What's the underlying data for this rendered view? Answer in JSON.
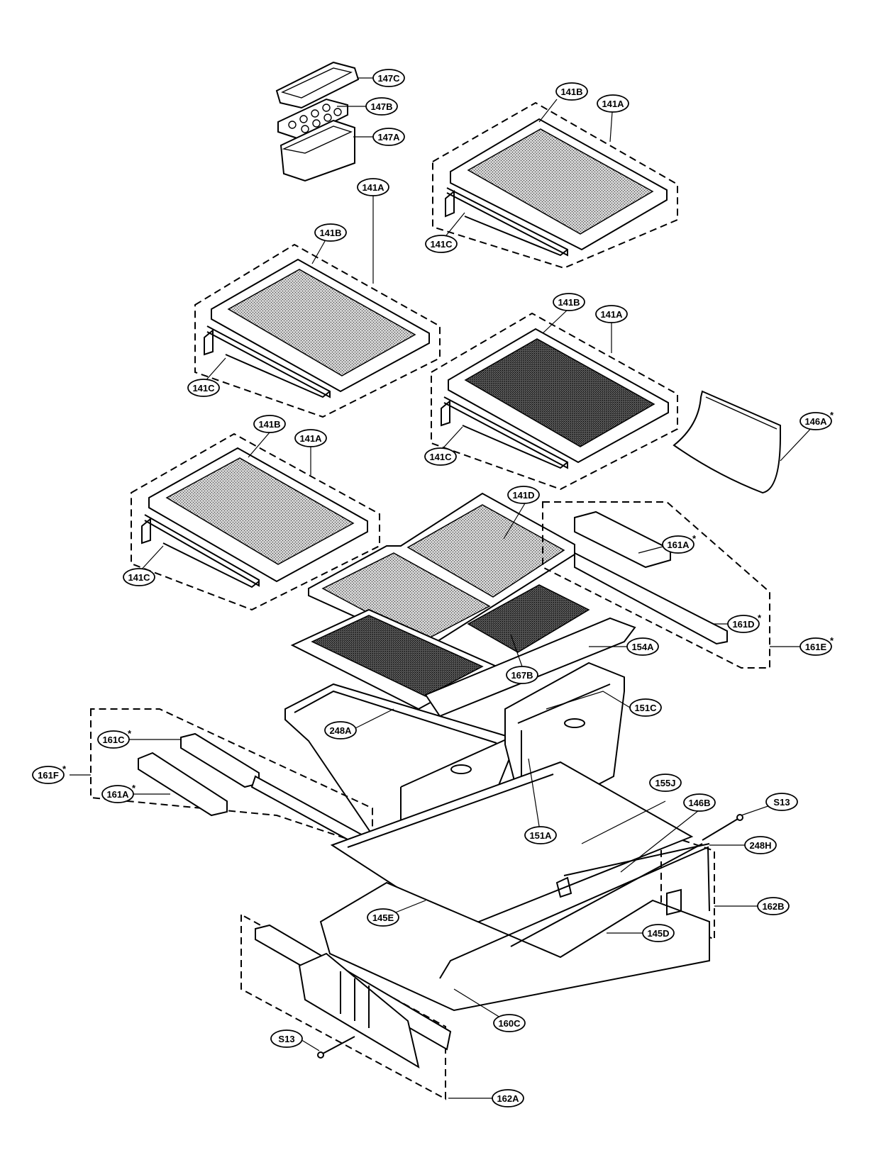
{
  "callouts": [
    {
      "id": "c147C",
      "label": "147C",
      "star": false
    },
    {
      "id": "c147B",
      "label": "147B",
      "star": false
    },
    {
      "id": "c147A",
      "label": "147A",
      "star": false
    },
    {
      "id": "c141B_1",
      "label": "141B",
      "star": false
    },
    {
      "id": "c141A_1",
      "label": "141A",
      "star": false
    },
    {
      "id": "c141C_1",
      "label": "141C",
      "star": false
    },
    {
      "id": "c141B_2",
      "label": "141B",
      "star": false
    },
    {
      "id": "c141A_2",
      "label": "141A",
      "star": false
    },
    {
      "id": "c141C_2",
      "label": "141C",
      "star": false
    },
    {
      "id": "c141B_3",
      "label": "141B",
      "star": false
    },
    {
      "id": "c141A_3",
      "label": "141A",
      "star": false
    },
    {
      "id": "c141C_3",
      "label": "141C",
      "star": false
    },
    {
      "id": "c146A",
      "label": "146A",
      "star": true
    },
    {
      "id": "c141B_4",
      "label": "141B",
      "star": false
    },
    {
      "id": "c141A_4",
      "label": "141A",
      "star": false
    },
    {
      "id": "c141C_4",
      "label": "141C",
      "star": false
    },
    {
      "id": "c141D",
      "label": "141D",
      "star": false
    },
    {
      "id": "c161A_1",
      "label": "161A",
      "star": true
    },
    {
      "id": "c161D",
      "label": "161D",
      "star": true
    },
    {
      "id": "c161E",
      "label": "161E",
      "star": true
    },
    {
      "id": "c154A",
      "label": "154A",
      "star": false
    },
    {
      "id": "c167B",
      "label": "167B",
      "star": false
    },
    {
      "id": "c151C",
      "label": "151C",
      "star": false
    },
    {
      "id": "c248A",
      "label": "248A",
      "star": false
    },
    {
      "id": "c161C",
      "label": "161C",
      "star": true
    },
    {
      "id": "c161F",
      "label": "161F",
      "star": true
    },
    {
      "id": "c161A_2",
      "label": "161A",
      "star": true
    },
    {
      "id": "c155J",
      "label": "155J",
      "star": false
    },
    {
      "id": "c146B",
      "label": "146B",
      "star": false
    },
    {
      "id": "cS13_1",
      "label": "S13",
      "star": false
    },
    {
      "id": "c151A",
      "label": "151A",
      "star": false
    },
    {
      "id": "c248H",
      "label": "248H",
      "star": false
    },
    {
      "id": "c162B",
      "label": "162B",
      "star": false
    },
    {
      "id": "c145E",
      "label": "145E",
      "star": false
    },
    {
      "id": "c145D",
      "label": "145D",
      "star": false
    },
    {
      "id": "c160C",
      "label": "160C",
      "star": false
    },
    {
      "id": "cS13_2",
      "label": "S13",
      "star": false
    },
    {
      "id": "c162A",
      "label": "162A",
      "star": false
    }
  ]
}
